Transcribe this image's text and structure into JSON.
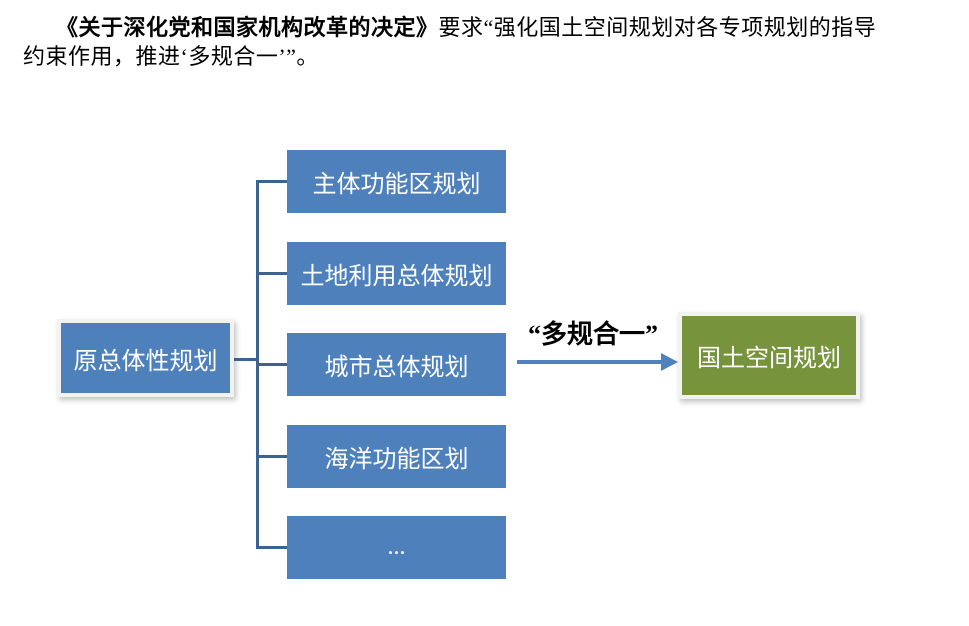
{
  "page": {
    "background": "#ffffff"
  },
  "intro": {
    "title_bold": "《关于深化党和国家机构改革的决定》",
    "line1_rest": "要求“强化国土空间规划对各专项规划的指导",
    "line2": "约束作用，推进‘多规合一’”。"
  },
  "diagram": {
    "source_box": {
      "label": "原总体性规划",
      "fill": "#4e80bc",
      "border": "#f2f2f2"
    },
    "plan_boxes": [
      {
        "label": "主体功能区规划"
      },
      {
        "label": "土地利用总体规划"
      },
      {
        "label": "城市总体规划"
      },
      {
        "label": "海洋功能区划"
      },
      {
        "label": "..."
      }
    ],
    "plan_box_fill": "#4e80bc",
    "connector_color": "#3c6292",
    "arrow": {
      "label": "“多规合一”",
      "color": "#4f81bd"
    },
    "target_box": {
      "label": "国土空间规划",
      "fill": "#77933c",
      "border": "#f2f2f2"
    }
  }
}
